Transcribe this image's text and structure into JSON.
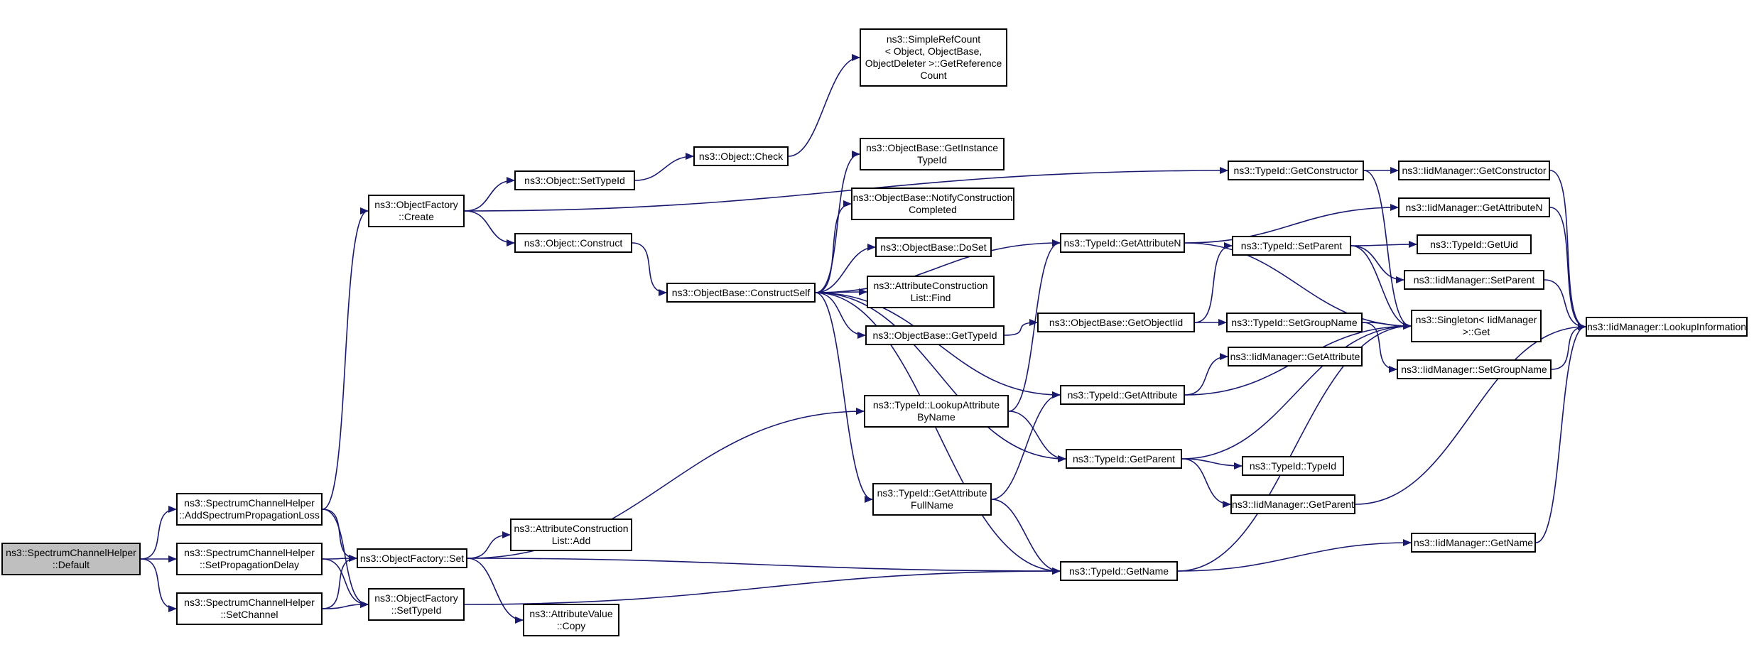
{
  "diagram": {
    "type": "call-graph",
    "colors": {
      "edge": "#191970",
      "node_border": "#000000",
      "root_fill": "#bfbfbf",
      "node_fill": "#ffffff"
    },
    "nodes": [
      {
        "id": "default",
        "label": "ns3::SpectrumChannelHelper\n::Default",
        "root": true
      },
      {
        "id": "addloss",
        "label": "ns3::SpectrumChannelHelper\n::AddSpectrumPropagationLoss"
      },
      {
        "id": "setdelay",
        "label": "ns3::SpectrumChannelHelper\n::SetPropagationDelay"
      },
      {
        "id": "setchannel",
        "label": "ns3::SpectrumChannelHelper\n::SetChannel"
      },
      {
        "id": "ofcreate",
        "label": "ns3::ObjectFactory\n::Create"
      },
      {
        "id": "ofset",
        "label": "ns3::ObjectFactory::Set"
      },
      {
        "id": "ofsettypeid",
        "label": "ns3::ObjectFactory\n::SetTypeId"
      },
      {
        "id": "objsettypeid",
        "label": "ns3::Object::SetTypeId"
      },
      {
        "id": "objconstruct",
        "label": "ns3::Object::Construct"
      },
      {
        "id": "objcheck",
        "label": "ns3::Object::Check"
      },
      {
        "id": "srcgetref",
        "label": "ns3::SimpleRefCount\n< Object, ObjectBase,\nObjectDeleter >::GetReference\nCount"
      },
      {
        "id": "obconstructself",
        "label": "ns3::ObjectBase::ConstructSelf"
      },
      {
        "id": "obgetinstance",
        "label": "ns3::ObjectBase::GetInstance\nTypeId"
      },
      {
        "id": "obnotify",
        "label": "ns3::ObjectBase::NotifyConstruction\nCompleted"
      },
      {
        "id": "obdoset",
        "label": "ns3::ObjectBase::DoSet"
      },
      {
        "id": "acfind",
        "label": "ns3::AttributeConstruction\nList::Find"
      },
      {
        "id": "obgettypeid",
        "label": "ns3::ObjectBase::GetTypeId"
      },
      {
        "id": "aclistadd",
        "label": "ns3::AttributeConstruction\nList::Add"
      },
      {
        "id": "avcopy",
        "label": "ns3::AttributeValue\n::Copy"
      },
      {
        "id": "tidlookup",
        "label": "ns3::TypeId::LookupAttribute\nByName"
      },
      {
        "id": "tidgetattrfull",
        "label": "ns3::TypeId::GetAttribute\nFullName"
      },
      {
        "id": "tidgetattrn",
        "label": "ns3::TypeId::GetAttributeN"
      },
      {
        "id": "obgetobjectiid",
        "label": "ns3::ObjectBase::GetObjectIid"
      },
      {
        "id": "tidgetattr",
        "label": "ns3::TypeId::GetAttribute"
      },
      {
        "id": "tidgetparent",
        "label": "ns3::TypeId::GetParent"
      },
      {
        "id": "tidgetname",
        "label": "ns3::TypeId::GetName"
      },
      {
        "id": "tidgetctor",
        "label": "ns3::TypeId::GetConstructor"
      },
      {
        "id": "tidsetparent",
        "label": "ns3::TypeId::SetParent"
      },
      {
        "id": "tidsetgroup",
        "label": "ns3::TypeId::SetGroupName"
      },
      {
        "id": "iidgetattr",
        "label": "ns3::IidManager::GetAttribute"
      },
      {
        "id": "tidtypeid",
        "label": "ns3::TypeId::TypeId"
      },
      {
        "id": "iidgetparent",
        "label": "ns3::IidManager::GetParent"
      },
      {
        "id": "iidgetctor",
        "label": "ns3::IidManager::GetConstructor"
      },
      {
        "id": "iidgetattrn",
        "label": "ns3::IidManager::GetAttributeN"
      },
      {
        "id": "tidgetuid",
        "label": "ns3::TypeId::GetUid"
      },
      {
        "id": "iidsetparent",
        "label": "ns3::IidManager::SetParent"
      },
      {
        "id": "singleton",
        "label": "ns3::Singleton< IidManager\n>::Get"
      },
      {
        "id": "iidsetgroup",
        "label": "ns3::IidManager::SetGroupName"
      },
      {
        "id": "iidgetname",
        "label": "ns3::IidManager::GetName"
      },
      {
        "id": "iidlookup",
        "label": "ns3::IidManager::LookupInformation"
      }
    ],
    "edges": [
      [
        "default",
        "addloss"
      ],
      [
        "default",
        "setdelay"
      ],
      [
        "default",
        "setchannel"
      ],
      [
        "addloss",
        "ofcreate"
      ],
      [
        "addloss",
        "ofset"
      ],
      [
        "addloss",
        "ofsettypeid"
      ],
      [
        "setdelay",
        "ofset"
      ],
      [
        "setdelay",
        "ofsettypeid"
      ],
      [
        "setchannel",
        "ofset"
      ],
      [
        "setchannel",
        "ofsettypeid"
      ],
      [
        "ofcreate",
        "objsettypeid"
      ],
      [
        "ofcreate",
        "objconstruct"
      ],
      [
        "ofcreate",
        "tidgetctor"
      ],
      [
        "objsettypeid",
        "objcheck"
      ],
      [
        "objcheck",
        "srcgetref"
      ],
      [
        "objconstruct",
        "obconstructself"
      ],
      [
        "ofset",
        "tidlookup"
      ],
      [
        "ofset",
        "aclistadd"
      ],
      [
        "ofset",
        "avcopy"
      ],
      [
        "ofset",
        "tidgetname"
      ],
      [
        "ofsettypeid",
        "tidgetname"
      ],
      [
        "obconstructself",
        "obgetinstance"
      ],
      [
        "obconstructself",
        "obnotify"
      ],
      [
        "obconstructself",
        "obdoset"
      ],
      [
        "obconstructself",
        "acfind"
      ],
      [
        "obconstructself",
        "obgettypeid"
      ],
      [
        "obconstructself",
        "tidgetattrn"
      ],
      [
        "obconstructself",
        "tidgetattr"
      ],
      [
        "obconstructself",
        "tidgetparent"
      ],
      [
        "obconstructself",
        "tidgetattrfull"
      ],
      [
        "obconstructself",
        "tidgetname"
      ],
      [
        "obgettypeid",
        "obgetobjectiid"
      ],
      [
        "tidlookup",
        "tidgetattrn"
      ],
      [
        "tidlookup",
        "tidgetparent"
      ],
      [
        "tidgetattrfull",
        "tidgetattr"
      ],
      [
        "tidgetattrfull",
        "tidgetname"
      ],
      [
        "tidgetattrn",
        "iidgetattrn"
      ],
      [
        "tidgetattrn",
        "singleton"
      ],
      [
        "obgetobjectiid",
        "tidsetparent"
      ],
      [
        "obgetobjectiid",
        "tidsetgroup"
      ],
      [
        "tidgetattr",
        "iidgetattr"
      ],
      [
        "tidgetattr",
        "singleton"
      ],
      [
        "tidgetparent",
        "tidtypeid"
      ],
      [
        "tidgetparent",
        "iidgetparent"
      ],
      [
        "tidgetparent",
        "singleton"
      ],
      [
        "tidgetname",
        "iidgetname"
      ],
      [
        "tidgetname",
        "singleton"
      ],
      [
        "tidgetctor",
        "iidgetctor"
      ],
      [
        "tidgetctor",
        "singleton"
      ],
      [
        "tidsetparent",
        "tidgetuid"
      ],
      [
        "tidsetparent",
        "iidsetparent"
      ],
      [
        "tidsetparent",
        "singleton"
      ],
      [
        "tidsetgroup",
        "iidsetgroup"
      ],
      [
        "tidsetgroup",
        "singleton"
      ],
      [
        "iidgetctor",
        "iidlookup"
      ],
      [
        "iidgetattrn",
        "iidlookup"
      ],
      [
        "iidsetparent",
        "iidlookup"
      ],
      [
        "iidsetgroup",
        "iidlookup"
      ],
      [
        "iidgetparent",
        "iidlookup"
      ],
      [
        "iidgetname",
        "iidlookup"
      ]
    ]
  }
}
